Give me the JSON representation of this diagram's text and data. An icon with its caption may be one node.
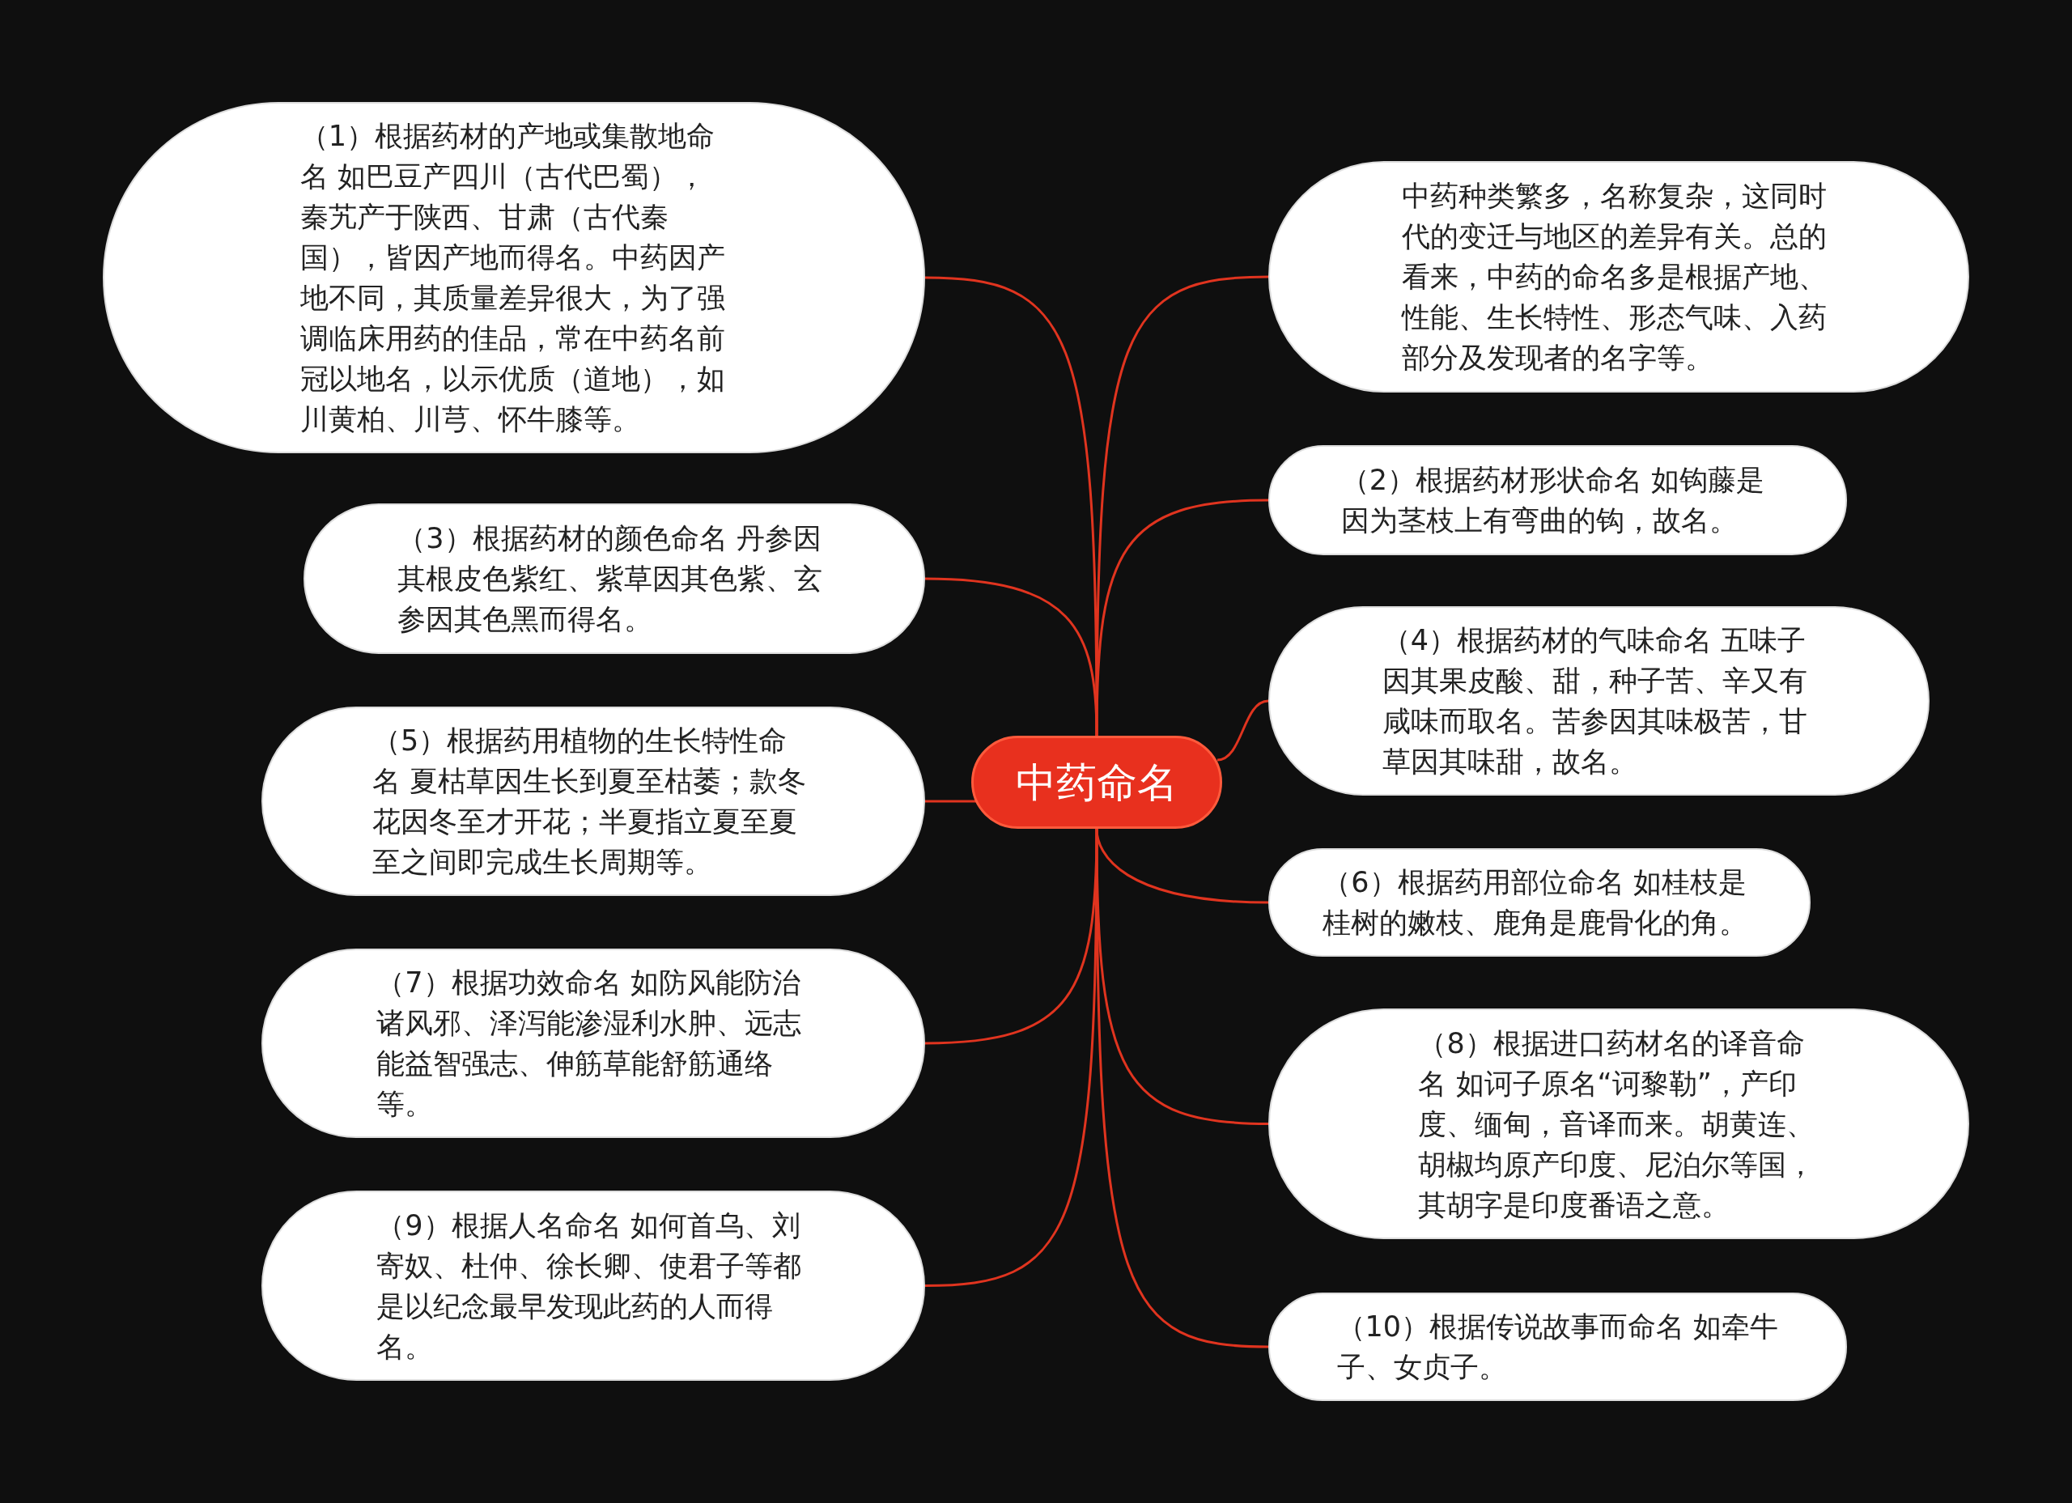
{
  "diagram": {
    "nodes": [
      {
        "text": [
          "中药命名"
        ]
      },
      {
        "text": [
          "（1）根据药材的产地或集散地命名 如巴豆产四川（古代巴蜀），秦艽产于陕西、甘肃（古代秦国），皆因产地而得名。中药因产地不同，其质量差异很大，为了强调临床用药的佳品，常在中药名前冠以地名，以示优质（道地），如川黄柏、川芎、怀牛膝等。"
        ]
      },
      {
        "text": [
          "中药种类繁多，名称复杂，这同时代的变迁与地区的差异有关。总的看来，中药的命名多是根据产地、性能、生长特性、形态气味、入药部分及发现者的名字等。"
        ]
      },
      {
        "text": [
          "（2）根据药材形状命名 如钩藤是因为茎枝上有弯曲的钩，故名。"
        ]
      },
      {
        "text": [
          "（3）根据药材的颜色命名 丹参因其根皮色紫红、紫草因其色紫、玄参因其色黑而得名。"
        ]
      },
      {
        "text": [
          "（4）根据药材的气味命名 五味子因其果皮酸、甜，种子苦、辛又有咸味而取名。苦参因其味极苦，甘草因其味甜，故名。"
        ]
      },
      {
        "text": [
          "（5）根据药用植物的生长特性命名 夏枯草因生长到夏至枯萎；款冬花因冬至才开花；半夏指立夏至夏至之间即完成生长周期等。"
        ]
      },
      {
        "text": [
          "（6）根据药用部位命名 如桂枝是桂树的嫩枝、鹿角是鹿骨化的角。"
        ]
      },
      {
        "text": [
          "（7）根据功效命名 如防风能防治诸风邪、泽泻能渗湿利水肿、远志能益智强志、伸筋草能舒筋通络等。"
        ]
      },
      {
        "text": [
          "（8）根据进口药材名的译音命名 如诃子原名“诃黎勒”，产印度、缅甸，音译而来。胡黄连、胡椒均原产印度、尼泊尔等国，其胡字是印度番语之意。"
        ]
      },
      {
        "text": [
          "（9）根据人名命名 如何首乌、刘寄奴、杜仲、徐长卿、使君子等都是以纪念最早发现此药的人而得名。"
        ]
      },
      {
        "text": [
          "（10）根据传说故事而命名 如牵牛子、女贞子。"
        ]
      }
    ],
    "edges": [
      {
        "from": 0,
        "to": 1,
        "arrow": "none"
      },
      {
        "from": 0,
        "to": 2,
        "arrow": "none"
      },
      {
        "from": 0,
        "to": 3,
        "arrow": "none"
      },
      {
        "from": 0,
        "to": 4,
        "arrow": "none"
      },
      {
        "from": 0,
        "to": 5,
        "arrow": "none"
      },
      {
        "from": 0,
        "to": 6,
        "arrow": "none"
      },
      {
        "from": 0,
        "to": 7,
        "arrow": "none"
      },
      {
        "from": 0,
        "to": 8,
        "arrow": "none"
      },
      {
        "from": 0,
        "to": 9,
        "arrow": "none"
      },
      {
        "from": 0,
        "to": 10,
        "arrow": "none"
      },
      {
        "from": 0,
        "to": 11,
        "arrow": "none"
      }
    ]
  }
}
